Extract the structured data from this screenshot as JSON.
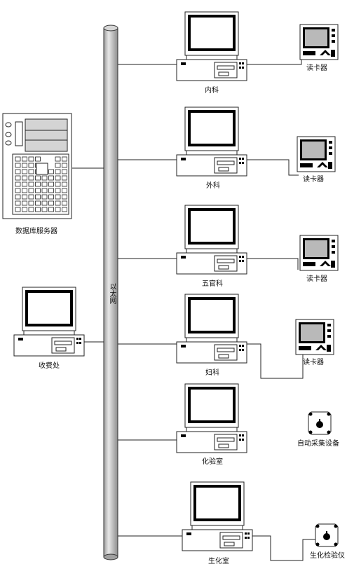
{
  "network": {
    "label": "以太网"
  },
  "server": {
    "label": "数据库服务器"
  },
  "cashier": {
    "label": "收费处"
  },
  "departments": [
    {
      "label": "内科",
      "reader": "读卡器"
    },
    {
      "label": "外科",
      "reader": "读卡器"
    },
    {
      "label": "五官科",
      "reader": "读卡器"
    },
    {
      "label": "妇科",
      "reader": "读卡器"
    },
    {
      "label": "化验室",
      "device": "自动采集设备"
    },
    {
      "label": "生化室",
      "device": "生化检验仪"
    }
  ]
}
